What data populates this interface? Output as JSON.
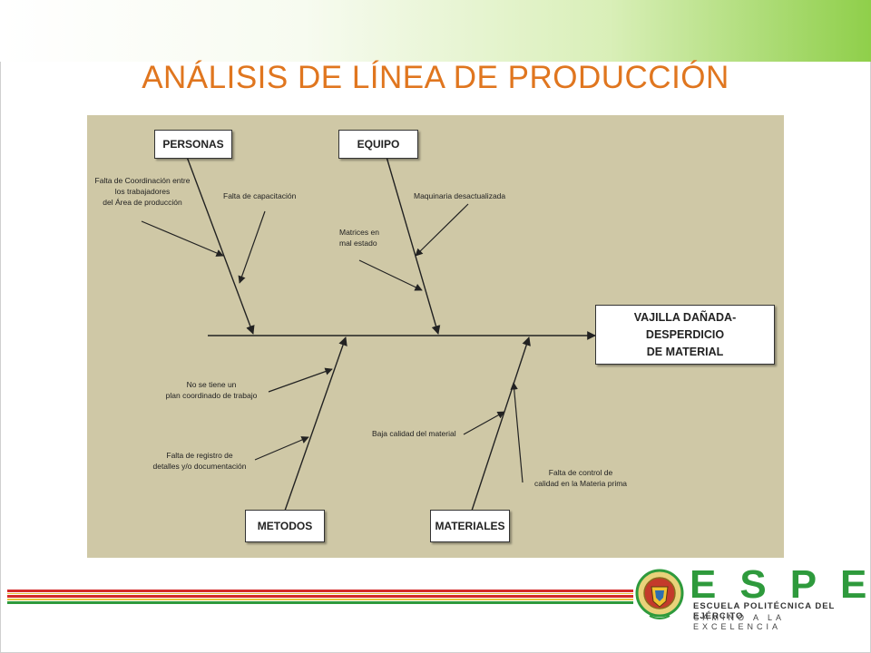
{
  "slide": {
    "title": "ANÁLISIS DE LÍNEA DE PRODUCCIÓN",
    "accent_color": "#e0761f",
    "band_color": "#8fcf4a"
  },
  "diagram": {
    "background": "#cfc8a6",
    "categories": {
      "personas": "PERSONAS",
      "equipo": "EQUIPO",
      "metodos": "METODOS",
      "materiales": "MATERIALES"
    },
    "effect": {
      "line1": "VAJILLA DAÑADA-DESPERDICIO",
      "line2": "DE MATERIAL"
    },
    "causes": {
      "personas_1": "Falta de Coordinación entre\nlos trabajadores\ndel Área de producción",
      "personas_2": "Falta de capacitación",
      "equipo_1": "Maquinaria desactualizada",
      "equipo_2": "Matrices en\nmal estado",
      "metodos_1": "No se tiene un\nplan coordinado de trabajo",
      "metodos_2": "Falta de registro de\ndetalles y/o documentación",
      "materiales_1": "Baja calidad del  material",
      "materiales_2": "Falta de control de\ncalidad en la Materia prima"
    }
  },
  "footer": {
    "logo_letters": "ESPE",
    "logo_line1": "ESCUELA POLITÉCNICA DEL EJÉRCITO",
    "logo_line2": "CAMINO A LA EXCELENCIA",
    "stripe_colors": [
      "#d42a2a",
      "#e8c43a",
      "#2e9a3c"
    ]
  }
}
